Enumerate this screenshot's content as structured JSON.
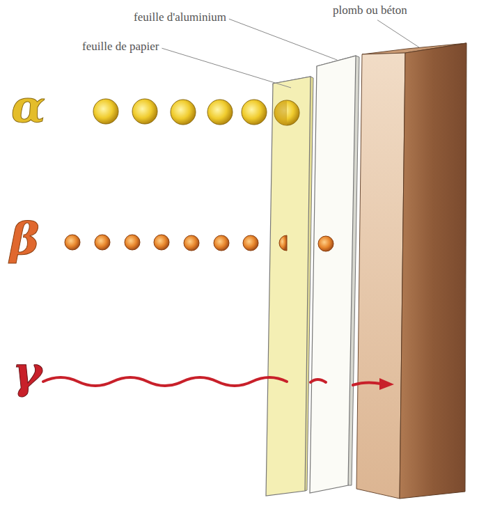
{
  "diagram": {
    "labels": [
      "feuille d'aluminium",
      "plomb ou béton",
      "feuille de papier",
      "α",
      "β",
      "γ"
    ]
  }
}
